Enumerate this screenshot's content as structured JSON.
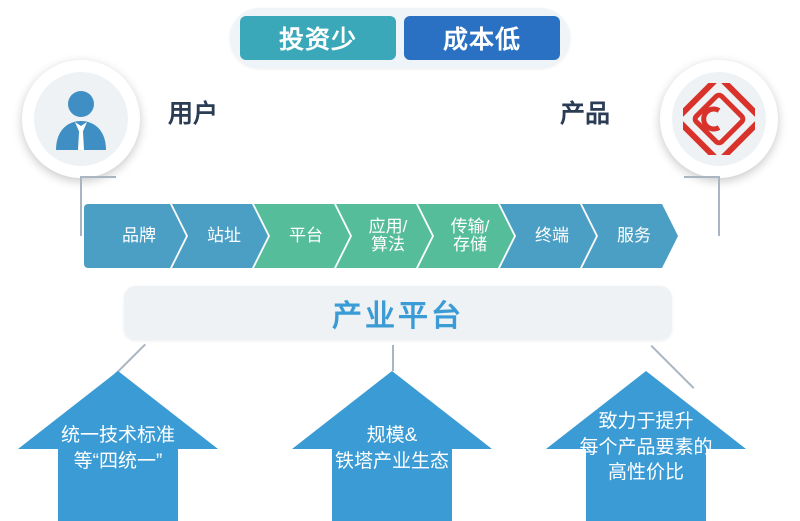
{
  "top_pills": [
    {
      "label": "投资少",
      "color": "#3aa8b8"
    },
    {
      "label": "成本低",
      "color": "#2a71c4"
    }
  ],
  "endpoints": {
    "left": {
      "label": "用户",
      "icon": "user-avatar-icon"
    },
    "right": {
      "label": "产品",
      "icon": "product-logo-icon"
    }
  },
  "chain": {
    "items": [
      {
        "label": "品牌",
        "color": "#4c9fc4"
      },
      {
        "label": "站址",
        "color": "#4c9fc4"
      },
      {
        "label": "平台",
        "color": "#56bd9a"
      },
      {
        "label": "应用/\n算法",
        "color": "#56bd9a"
      },
      {
        "label": "传输/\n存储",
        "color": "#56bd9a"
      },
      {
        "label": "终端",
        "color": "#4c9fc4"
      },
      {
        "label": "服务",
        "color": "#4c9fc4"
      }
    ]
  },
  "platform": {
    "label": "产业平台",
    "color": "#3a9bd5"
  },
  "pillars": [
    {
      "label": "统一技术标准\n等“四统一”",
      "color": "#3a9bd5"
    },
    {
      "label": "规模&\n铁塔产业生态",
      "color": "#3a9bd5"
    },
    {
      "label": "致力于提升\n每个产品要素的\n高性价比",
      "color": "#3a9bd5"
    }
  ]
}
